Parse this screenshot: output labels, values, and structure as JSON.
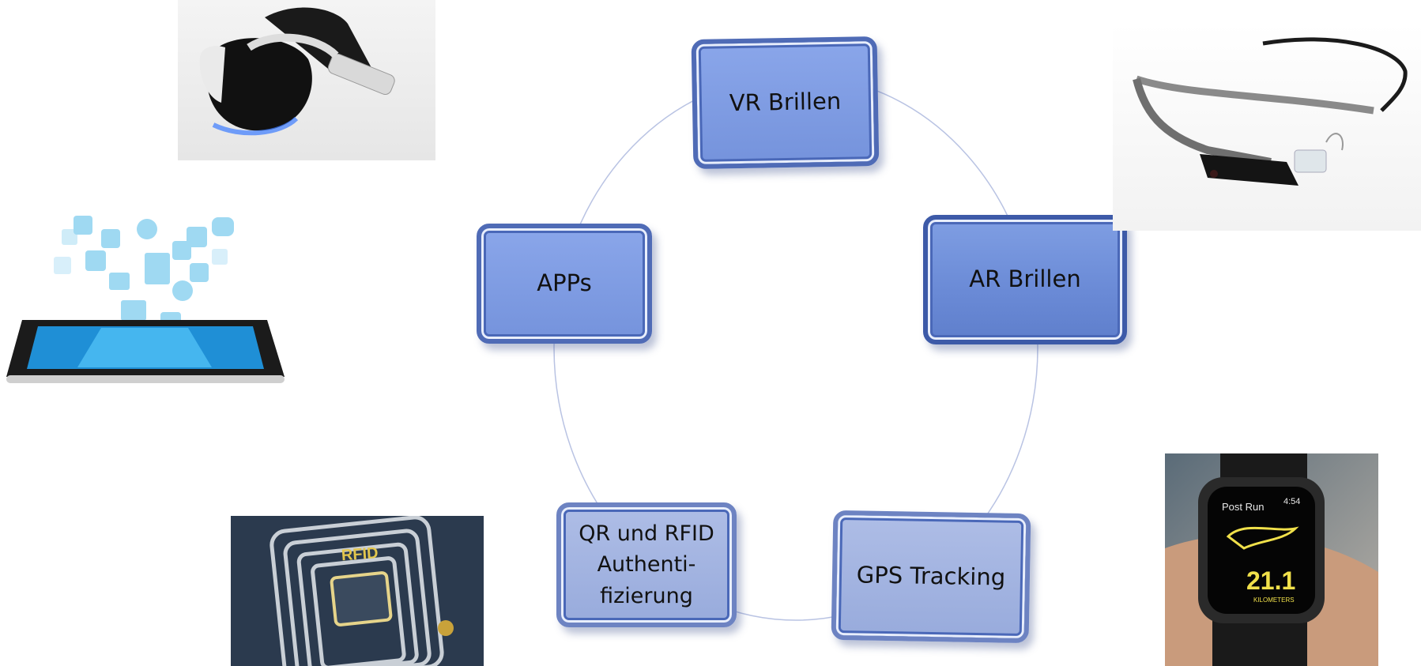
{
  "diagram": {
    "nodes": [
      {
        "id": "vr",
        "label": "VR Brillen"
      },
      {
        "id": "ar",
        "label": "AR Brillen"
      },
      {
        "id": "gps",
        "label": "GPS Tracking"
      },
      {
        "id": "qr",
        "label_lines": [
          "QR und RFID",
          "Authenti-",
          "fizierung"
        ]
      },
      {
        "id": "apps",
        "label": "APPs"
      }
    ],
    "colors": {
      "ring": "#b9c3e3",
      "box_dark": "#6a8ad6",
      "box_light": "#98abdc",
      "border": "#3d5aa8"
    }
  },
  "images": {
    "rfid_text": "RFID",
    "watch": {
      "title": "Post Run",
      "time": "4:54",
      "distance": "21.1",
      "unit": "KILOMETERS"
    }
  }
}
